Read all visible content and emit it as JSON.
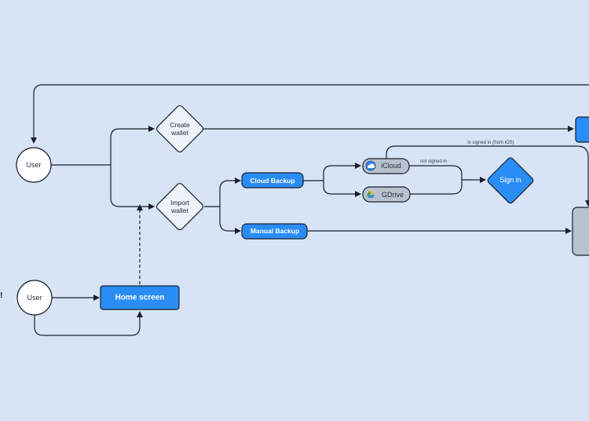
{
  "nodes": {
    "user_top": "User",
    "user_bottom": "User",
    "create_wallet": "Create\nwallet",
    "import_wallet": "Import\nwallet",
    "cloud_backup": "Cloud Backup",
    "manual_backup": "Manual Backup",
    "icloud": "iCloud",
    "gdrive": "GDrive",
    "sign_in": "Sign in",
    "home_screen": "Home screen",
    "cut_off_left": "!"
  },
  "edges": {
    "not_signed_in": "not signed in",
    "signed_in_ios": "is signed in (from iOS)"
  },
  "colors": {
    "background": "#d6e4f6",
    "accent_blue": "#2a8cf5",
    "node_border": "#1a1f2b",
    "grey_node": "#b8c2cf",
    "white_node": "#ffffff",
    "diamond_fill": "#eef3fa"
  },
  "icons": {
    "icloud": "cloud-icon",
    "gdrive": "google-drive-icon"
  }
}
